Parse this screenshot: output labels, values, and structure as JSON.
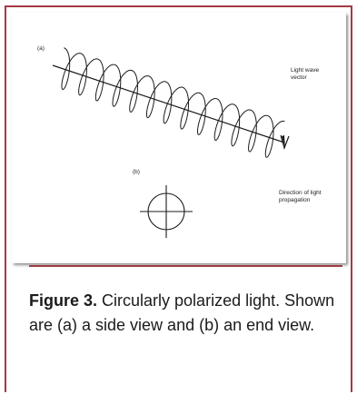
{
  "part_a": {
    "label": "(a)",
    "wave_label": "Light wave\nvector"
  },
  "part_b": {
    "label": "(b)",
    "propagation_label": "Direction of light\npropagation"
  },
  "caption": {
    "figure_label": "Figure 3.",
    "text": "Circularly polarized light. Shown are (a) a side view and (b) an end view."
  },
  "colors": {
    "border": "#a33a45",
    "ink": "#1b1b1b"
  }
}
